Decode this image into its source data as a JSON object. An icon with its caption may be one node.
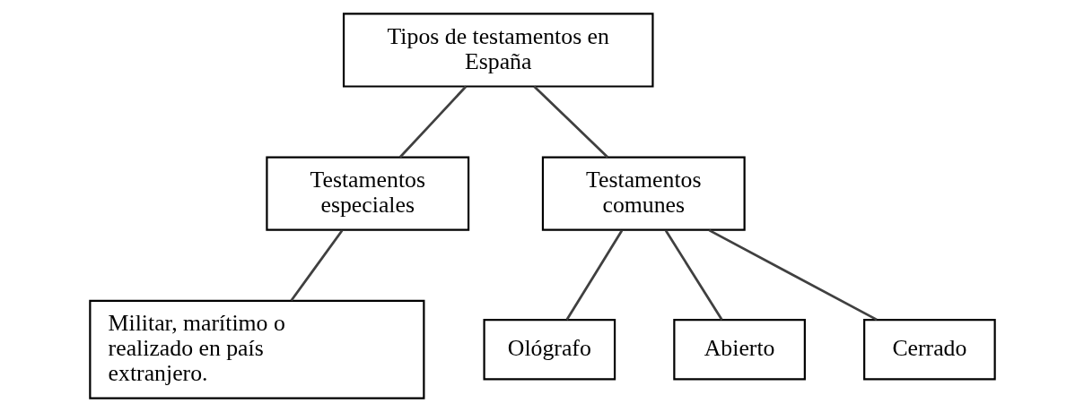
{
  "diagram": {
    "nodes": [
      {
        "text": [
          "Tipos de testamentos en España"
        ]
      },
      {
        "text": [
          "Testamentos especiales"
        ]
      },
      {
        "text": [
          "Testamentos comunes"
        ]
      },
      {
        "text": [
          "Militar, marítimo o realizado en país extranjero."
        ]
      },
      {
        "text": [
          "Ológrafo"
        ]
      },
      {
        "text": [
          "Abierto"
        ]
      },
      {
        "text": [
          "Cerrado"
        ]
      }
    ],
    "edges": [
      {
        "from": 0,
        "to": 1,
        "arrow": "none"
      },
      {
        "from": 0,
        "to": 2,
        "arrow": "none"
      },
      {
        "from": 1,
        "to": 3,
        "arrow": "none"
      },
      {
        "from": 2,
        "to": 4,
        "arrow": "none"
      },
      {
        "from": 2,
        "to": 5,
        "arrow": "none"
      },
      {
        "from": 2,
        "to": 6,
        "arrow": "none"
      }
    ]
  }
}
